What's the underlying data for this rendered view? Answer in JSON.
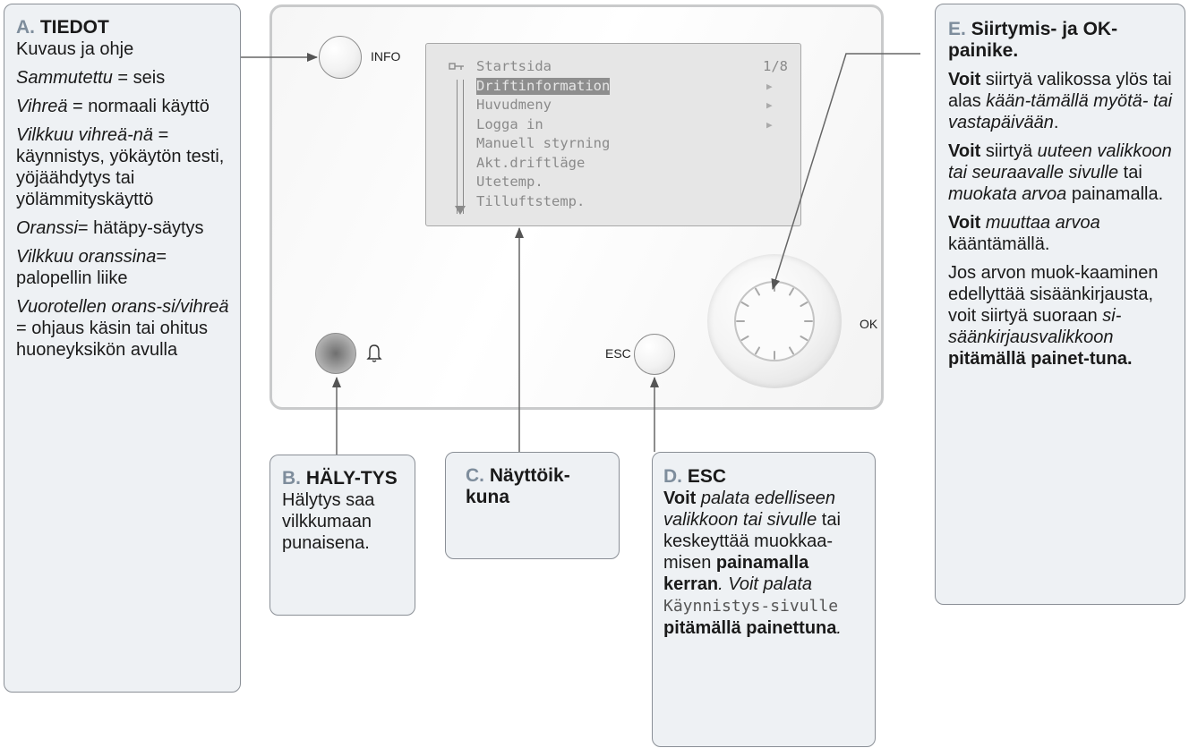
{
  "device": {
    "info_label": "INFO",
    "esc_label": "ESC",
    "ok_label": "OK",
    "alarm_icon": "bell-icon",
    "screen": {
      "rows": [
        {
          "text": "Startsida",
          "page": "1/8"
        },
        {
          "text": "Driftinformation",
          "selected": true,
          "arrow": "▶"
        },
        {
          "text": "Huvudmeny",
          "arrow": "▶"
        },
        {
          "text": "Logga in",
          "arrow": "▶"
        },
        {
          "text": "Manuell styrning"
        },
        {
          "text": "Akt.driftläge"
        },
        {
          "text": "Utetemp."
        },
        {
          "text": "Tilluftstemp."
        }
      ]
    }
  },
  "callouts": {
    "a": {
      "letter": "A.",
      "title": "TIEDOT",
      "subtitle": "Kuvaus ja ohje",
      "sammutettu": "Sammutettu",
      "sammutettu_val": " = seis",
      "vihrea": "Vihreä",
      "vihrea_val": " = normaali käyttö",
      "vilkkuu_vihrea": "Vilkkuu vihreä-nä",
      "vilkkuu_vihrea_val": " = käynnistys, yökäytön testi, yöjäähdytys tai yölämmityskäyttö",
      "oranssi": "Oranssi",
      "oranssi_val": "= hätäpy-säytys",
      "vilkkuu_oranssi": "Vilkkuu oranssina",
      "vilkkuu_oranssi_val": "= palopellin liike",
      "vuorotellen": "Vuorotellen orans-si/vihreä",
      "vuorotellen_val": " = ohjaus käsin tai ohitus huoneyksikön avulla"
    },
    "b": {
      "letter": "B.",
      "title": "HÄLY-TYS",
      "body": "Hälytys saa vilkkumaan punaisena."
    },
    "c": {
      "letter": "C.",
      "title": "Näyttöik-kuna"
    },
    "d": {
      "letter": "D.",
      "title": "ESC",
      "s1": "Voit",
      "s2": "palata edelliseen valikkoon tai sivulle",
      "s3": " tai keskeyttää muokkaa-misen ",
      "s4": "painamalla kerran",
      "s5": ". Voit palata ",
      "s6": "Käynnistys-sivulle",
      "s7": "pitämällä painettuna",
      "s8": "."
    },
    "e": {
      "letter": "E.",
      "title": "Siirtymis- ja OK-painike.",
      "p1_b": "Voit",
      "p1_t": " siirtyä valikossa ylös tai alas ",
      "p1_i": "kään-tämällä myötä- tai vastapäivään",
      "p1_e": ".",
      "p2_b": "Voit",
      "p2_t": " siirtyä ",
      "p2_i": "uuteen valikkoon tai seuraavalle sivulle",
      "p2_t2": " tai ",
      "p2_i2": "muokata arvoa",
      "p2_t3": " painamalla.",
      "p3_b": "Voit",
      "p3_t": " ",
      "p3_i": "muuttaa arvoa",
      "p3_t2": " kääntämällä.",
      "p4_t": "Jos arvon muok-kaaminen edellyttää sisäänkirjausta, voit siirtyä suoraan ",
      "p4_i": "si-säänkirjausvalikkoon",
      "p4_b": " pitämällä painet-tuna."
    }
  }
}
